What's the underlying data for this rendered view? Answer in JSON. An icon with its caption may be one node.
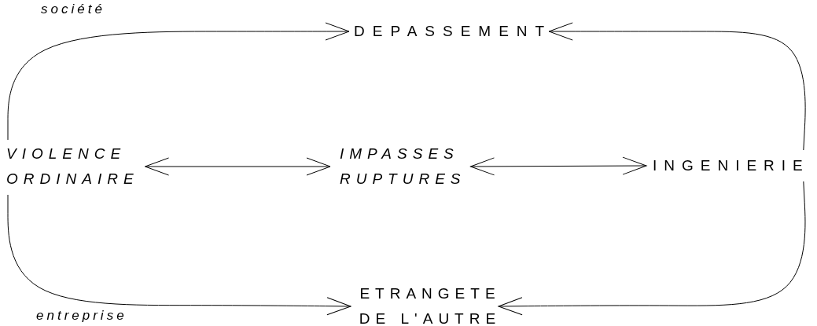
{
  "diagram": {
    "nodes": [
      {
        "text": [
          "DEPASSEMENT"
        ]
      },
      {
        "text": [
          "VIOLENCE ORDINAIRE"
        ]
      },
      {
        "text": [
          "IMPASSES RUPTURES"
        ]
      },
      {
        "text": [
          "INGENIERIE"
        ]
      },
      {
        "text": [
          "ETRANGETE DE L'AUTRE"
        ]
      }
    ],
    "edges": [
      {
        "from": 1,
        "to": 0,
        "arrow": "to"
      },
      {
        "from": 3,
        "to": 0,
        "arrow": "to"
      },
      {
        "from": 1,
        "to": 2,
        "arrow": "both"
      },
      {
        "from": 2,
        "to": 3,
        "arrow": "both"
      },
      {
        "from": 1,
        "to": 4,
        "arrow": "to"
      },
      {
        "from": 3,
        "to": 4,
        "arrow": "to"
      }
    ],
    "labels": [
      "société",
      "entreprise"
    ]
  }
}
